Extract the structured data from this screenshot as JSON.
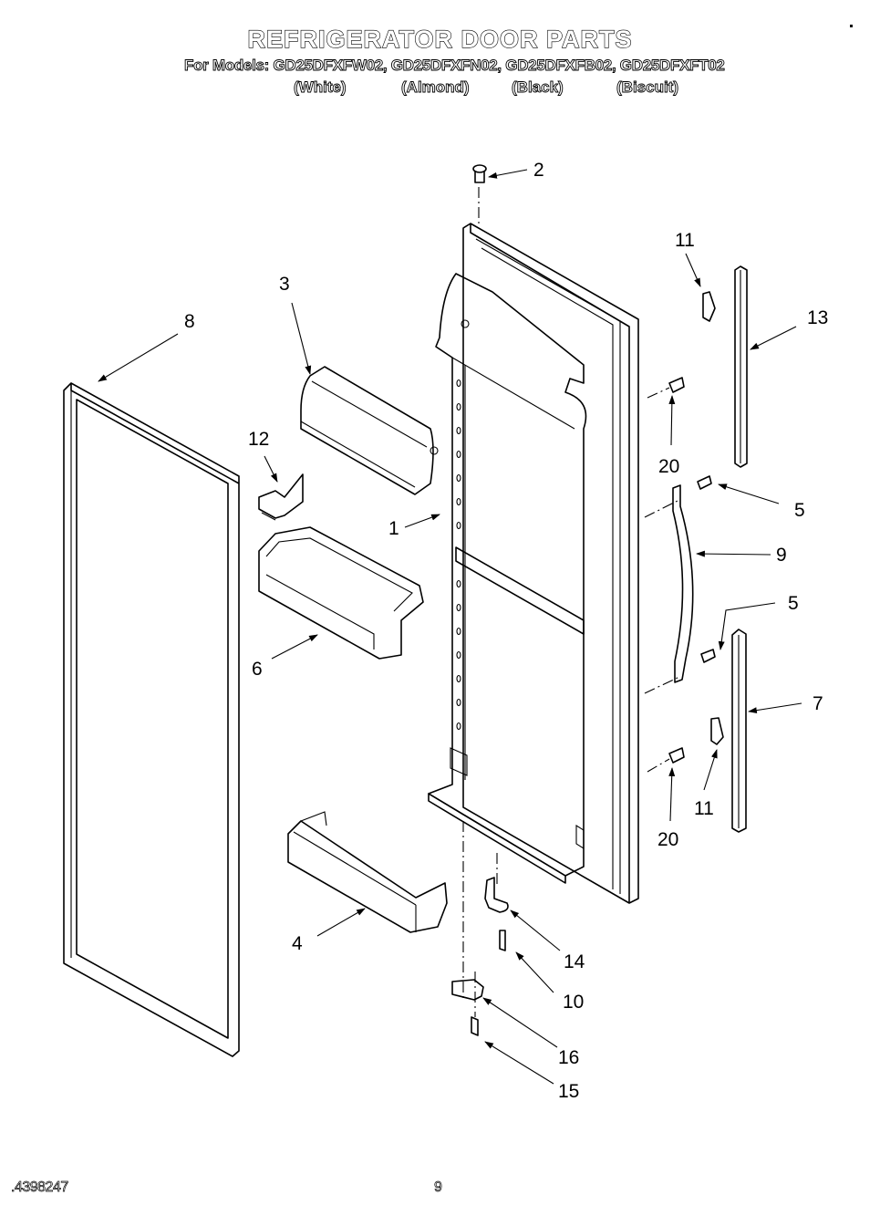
{
  "header": {
    "title": "REFRIGERATOR DOOR PARTS",
    "models_line": "For Models: GD25DFXFW02, GD25DFXFN02, GD25DFXFB02, GD25DFXFT02",
    "colors": [
      "(White)",
      "(Almond)",
      "(Black)",
      "(Biscuit)"
    ]
  },
  "callouts": {
    "door_panel": "1",
    "plug_top": "2",
    "dairy_door": "3",
    "door_bin_lower": "4",
    "screw_handle_top": "5",
    "screw_handle_bottom": "5",
    "door_bin": "6",
    "trim_lower": "7",
    "gasket": "8",
    "handle": "9",
    "screw_hinge": "10",
    "clip_top": "11",
    "clip_bottom": "11",
    "dairy_hinge": "12",
    "trim_upper": "13",
    "hinge_pin": "14",
    "screw_bottom": "15",
    "hinge_bracket": "16",
    "screw_trim_top": "20",
    "screw_trim_bottom": "20"
  },
  "footer": {
    "doc_number": ".4398247",
    "page_number": "9"
  }
}
